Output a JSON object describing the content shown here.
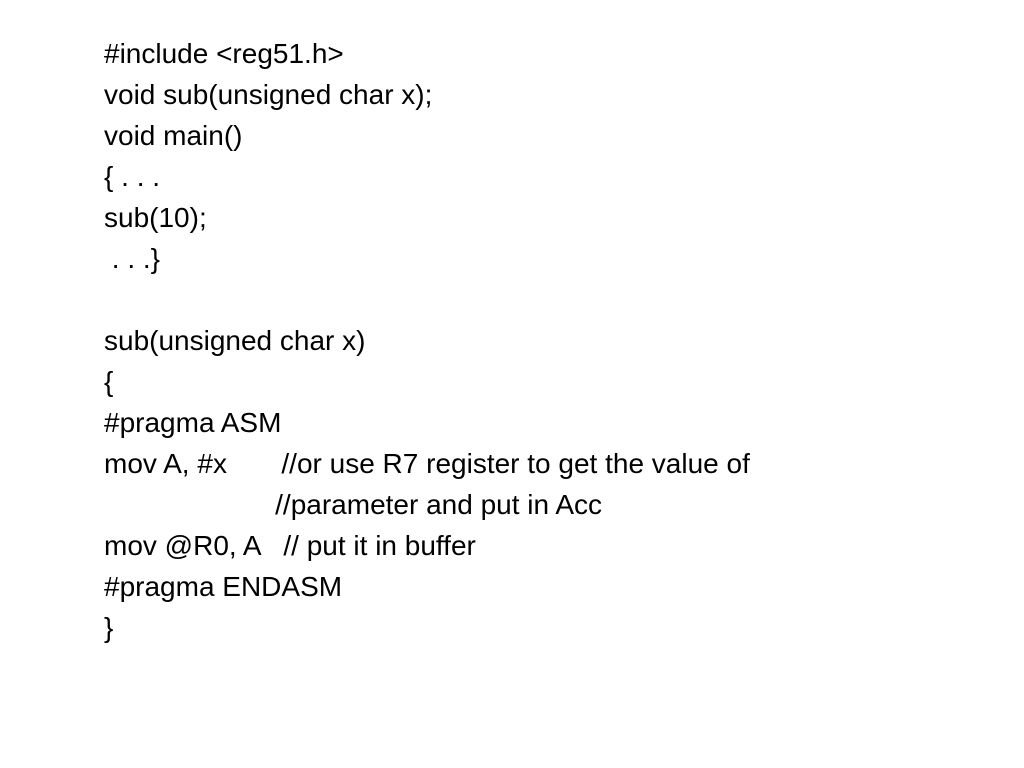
{
  "code_lines": [
    "#include <reg51.h>",
    "void sub(unsigned char x);",
    "void main()",
    "{ . . .",
    "sub(10);",
    " . . .}",
    "",
    "sub(unsigned char x)",
    "{",
    "#pragma ASM",
    "mov A, #x       //or use R7 register to get the value of",
    "                      //parameter and put in Acc",
    "mov @R0, A   // put it in buffer",
    "#pragma ENDASM",
    "}"
  ]
}
